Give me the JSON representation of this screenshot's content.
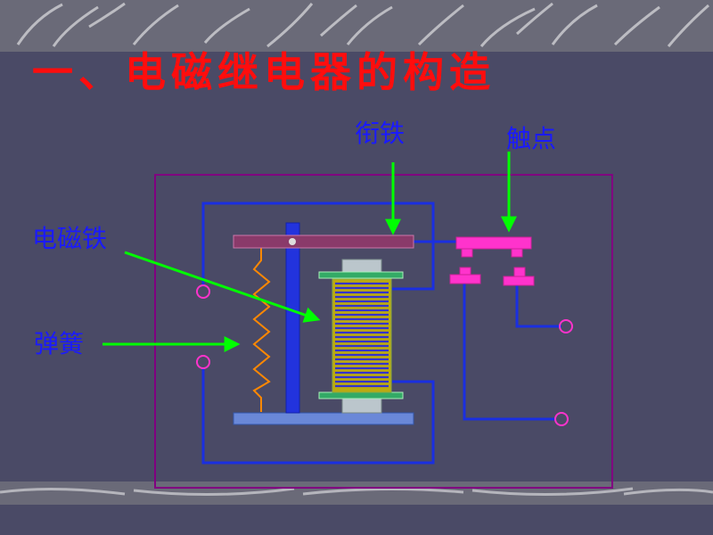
{
  "title": "一、电磁继电器的构造",
  "labels": {
    "armature": "衔铁",
    "contact": "触点",
    "electromagnet": "电磁铁",
    "spring": "弹簧"
  },
  "colors": {
    "background": "#4a4a66",
    "title": "#ff0d0d",
    "label_text": "#1a1aff",
    "pointer_arrow": "#00ff00",
    "wire": "#1a2fe0",
    "armature": "#8a3a6a",
    "contact": "#ff33cc",
    "frame": "#800080",
    "coil": "#3333cc",
    "spring": "#ff8800"
  }
}
